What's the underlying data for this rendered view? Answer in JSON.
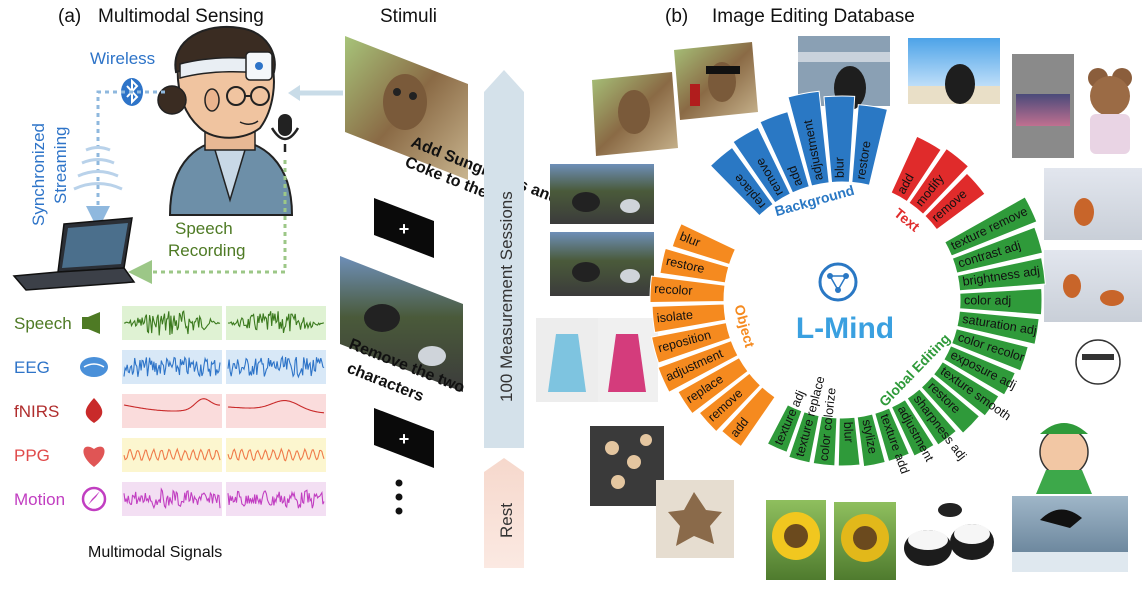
{
  "panel_a": {
    "label": "(a)",
    "title": "Multimodal Sensing",
    "wireless_label": "Wireless",
    "streaming_line1": "Synchronized",
    "streaming_line2": "Streaming",
    "speech_recording_line1": "Speech",
    "speech_recording_line2": "Recording",
    "signals_caption": "Multimodal Signals",
    "signals": [
      {
        "name": "Speech",
        "color": "#4e7a24",
        "bg": "#dff2d3",
        "icon": "megaphone-icon"
      },
      {
        "name": "EEG",
        "color": "#2e74c8",
        "bg": "#d8e8f7",
        "icon": "brain-icon"
      },
      {
        "name": "fNIRS",
        "color": "#b02d2d",
        "bg": "#fadcdc",
        "icon": "blood-drop-icon"
      },
      {
        "name": "PPG",
        "color": "#e04a4a",
        "bg": "#fcf6cf",
        "icon": "heart-icon"
      },
      {
        "name": "Motion",
        "color": "#c13ec1",
        "bg": "#f3dff3",
        "icon": "compass-icon"
      }
    ]
  },
  "stimuli": {
    "title": "Stimuli",
    "instruction_1": [
      "Add Sunglasses and",
      "Coke to the owe"
    ],
    "instruction_2": [
      "Remove the two",
      "characters"
    ],
    "sessions_label": "100 Measurement Sessions",
    "rest_label": "Rest"
  },
  "panel_b": {
    "label": "(b)",
    "title": "Image Editing Database",
    "center_label": "L-Mind",
    "colors": {
      "background": "#2a78c4",
      "text": "#e02b2b",
      "global": "#2f9a3a",
      "object": "#f58a1f"
    },
    "categories": [
      {
        "name": "Background",
        "items": [
          "replace",
          "remove",
          "add",
          "adjustment",
          "blur",
          "restore"
        ]
      },
      {
        "name": "Text",
        "items": [
          "add",
          "modify",
          "remove"
        ]
      },
      {
        "name": "Global Editing",
        "items": [
          "texture remove",
          "contrast adj",
          "brightness adj",
          "color adj",
          "saturation adj",
          "color recolor",
          "exposure adj",
          "texture smooth",
          "restore",
          "sharpness adj",
          "adjustment",
          "texture add",
          "stylize",
          "blur",
          "color colorize",
          "texture replace",
          "texture adj"
        ]
      },
      {
        "name": "Object",
        "items": [
          "add",
          "remove",
          "replace",
          "adjustment",
          "reposition",
          "isolate",
          "recolor",
          "restore",
          "blur"
        ]
      }
    ]
  }
}
